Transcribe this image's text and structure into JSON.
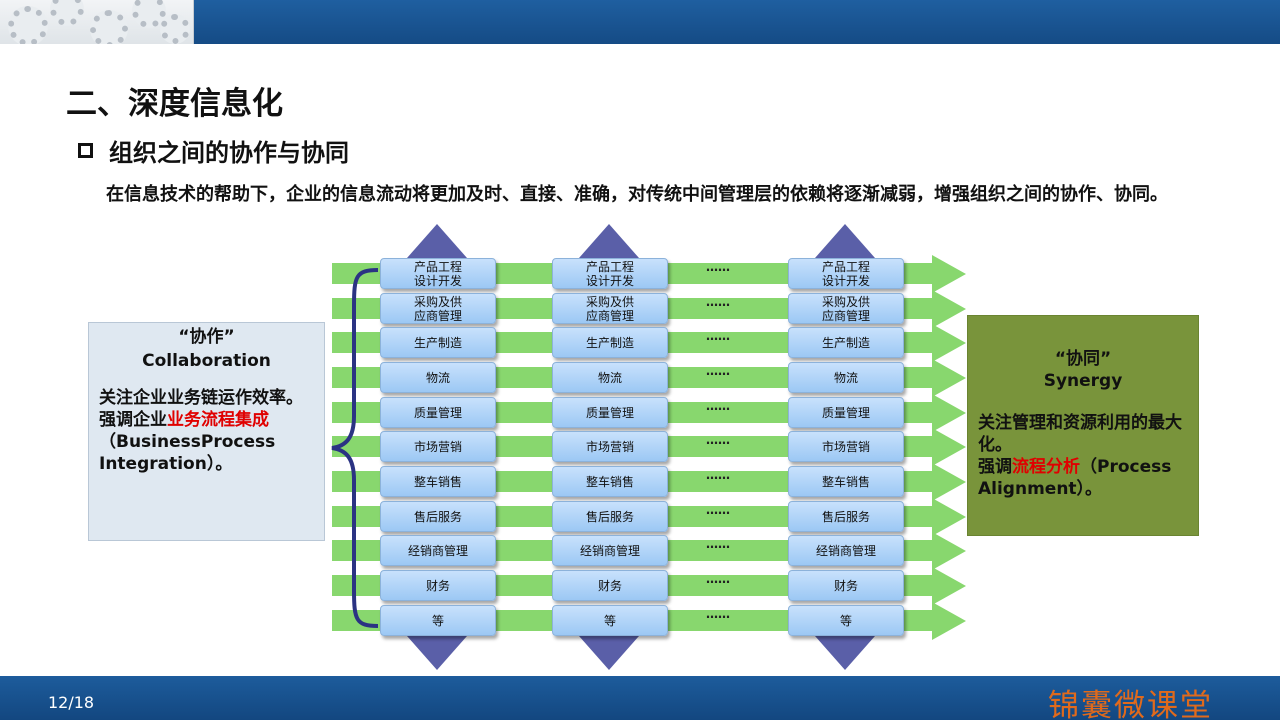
{
  "slide": {
    "title": "二、深度信息化",
    "subtitle": "组织之间的协作与协同",
    "paragraph": "在信息技术的帮助下，企业的信息流动将更加及时、直接、准确，对传统中间管理层的依赖将逐渐减弱，增强组织之间的协作、协同。",
    "page_number": "12/18",
    "brand": "锦囊微课堂"
  },
  "columns": [
    {
      "rows": [
        "产品工程\n设计开发",
        "采购及供\n应商管理",
        "生产制造",
        "物流",
        "质量管理",
        "市场营销",
        "整车销售",
        "售后服务",
        "经销商管理",
        "财务",
        "等"
      ]
    },
    {
      "rows": [
        "产品工程\n设计开发",
        "采购及供\n应商管理",
        "生产制造",
        "物流",
        "质量管理",
        "市场营销",
        "整车销售",
        "售后服务",
        "经销商管理",
        "财务",
        "等"
      ]
    },
    {
      "rows": [
        "产品工程\n设计开发",
        "采购及供\n应商管理",
        "生产制造",
        "物流",
        "质量管理",
        "市场营销",
        "整车销售",
        "售后服务",
        "经销商管理",
        "财务",
        "等"
      ]
    }
  ],
  "ellipsis": "……",
  "collaboration": {
    "title_cn": "“协作”",
    "title_en": "Collaboration",
    "line1": "关注企业业务链运作效率。",
    "line2_prefix": "强调企业",
    "line2_highlight": "业务流程集成",
    "line3": "（BusinessProcess Integration）。"
  },
  "synergy": {
    "title_cn": "“协同”",
    "title_en": "Synergy",
    "line1": "关注管理和资源利用的最大化。",
    "line2_prefix": "强调",
    "line2_highlight": "流程分析",
    "line2_suffix": "（Process Alignment）。"
  },
  "colors": {
    "header_blue": "#1a5894",
    "arrow_green": "#88d76e",
    "box_blue": "#9cc8f4",
    "triangle_purple": "#5a5fa8",
    "brace_navy": "#2b3383",
    "panel_left": "#dfe8f1",
    "panel_right": "#79943b",
    "highlight_red": "#e00000",
    "brand_orange": "#e06a1c"
  }
}
